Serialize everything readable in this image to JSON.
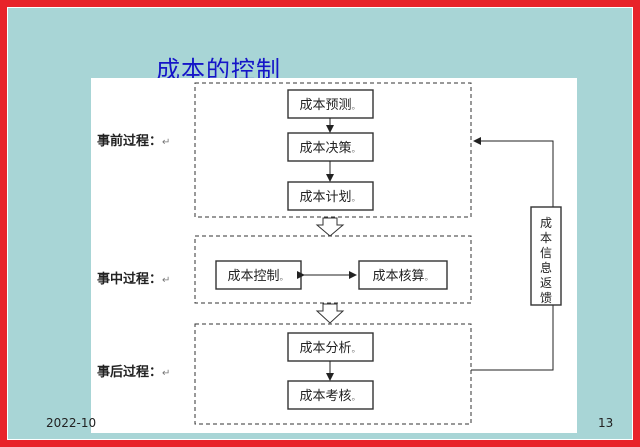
{
  "slide": {
    "title": "成本的控制",
    "footer_date": "2022-10",
    "page_number": "13"
  },
  "diagram": {
    "phases": [
      {
        "label": "事前过程：",
        "suffix": "↵"
      },
      {
        "label": "事中过程：",
        "suffix": "↵"
      },
      {
        "label": "事后过程：",
        "suffix": "↵"
      }
    ],
    "pre_steps": [
      "成本预测",
      "成本决策",
      "成本计划"
    ],
    "mid_steps": [
      "成本控制",
      "成本核算"
    ],
    "post_steps": [
      "成本分析",
      "成本考核"
    ],
    "feedback_chars": [
      "成",
      "本",
      "信",
      "息",
      "返",
      "馈"
    ],
    "step_mark": "。",
    "colors": {
      "line": "#333333",
      "box_fill": "#ffffff",
      "title": "#1515c8"
    }
  }
}
